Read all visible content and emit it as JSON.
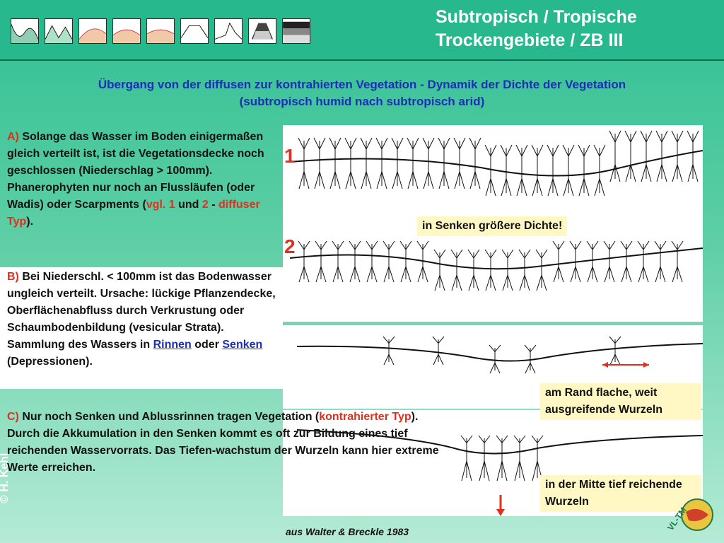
{
  "header": {
    "title_line1": "Subtropisch / Tropische",
    "title_line2": "Trockengebiete / ZB III",
    "zonobiome_icons": [
      "zb1-icon",
      "zb2-icon",
      "zb3-icon",
      "zb4-icon",
      "zb5-icon",
      "zb6-icon",
      "zb7-icon",
      "zb8-icon",
      "zb9-icon"
    ],
    "colors": {
      "header_bg": "#27b98d",
      "accent_red": "#e0301e",
      "accent_blue": "#1a2fb5"
    }
  },
  "subtitle": {
    "line1": "Übergang von der diffusen zur kontrahierten Vegetation - Dynamik der Dichte der Vegetation",
    "line2": "(subtropisch humid nach subtropisch arid)"
  },
  "block_a": {
    "letter": "A)",
    "text1": " Solange das Wasser im Boden einigermaßen gleich verteilt ist, ist die Vegetationsdecke noch geschlossen (Niederschlag > 100mm). Phanerophyten nur noch an Flussläufen (oder Wadis) oder Scarpments (",
    "ref1": "vgl. 1",
    "and": " und ",
    "ref2": "2",
    "dash": " - ",
    "type": "diffuser Typ",
    "end": ")."
  },
  "block_b": {
    "letter": "B)",
    "text1": " Bei Niederschl. < 100mm ist das Bodenwasser ungleich verteilt. Ursache: lückige Pflanzendecke, Oberflächenabfluss durch Verkrustung oder Schaumbodenbildung (vesicular Strata). Sammlung des Wassers in ",
    "link1": "Rinnen",
    "mid": " oder ",
    "link2": "Senken",
    "end": " (Depressionen)."
  },
  "block_c": {
    "letter": "C)",
    "text1": " Nur noch Senken und Ablussrinnen tragen Vegetation (",
    "type": "kontrahierter Typ",
    "text2": "). Durch die Akkumulation in den Senken kommt es oft zur Bildung eines tief reichenden Wasservorrats. Das Tiefen-wachstum der Wurzeln kann hier extreme Werte erreichen."
  },
  "panels": {
    "label1": "1",
    "label2": "2",
    "note1": "in Senken größere Dichte!",
    "note3": "am Rand flache, weit ausgreifende Wurzeln",
    "note4": "in der Mitte tief reichende Wurzeln"
  },
  "source": "aus Walter & Breckle 1983",
  "copyright": "© H. Kehl",
  "logo_text": "VL-TM"
}
